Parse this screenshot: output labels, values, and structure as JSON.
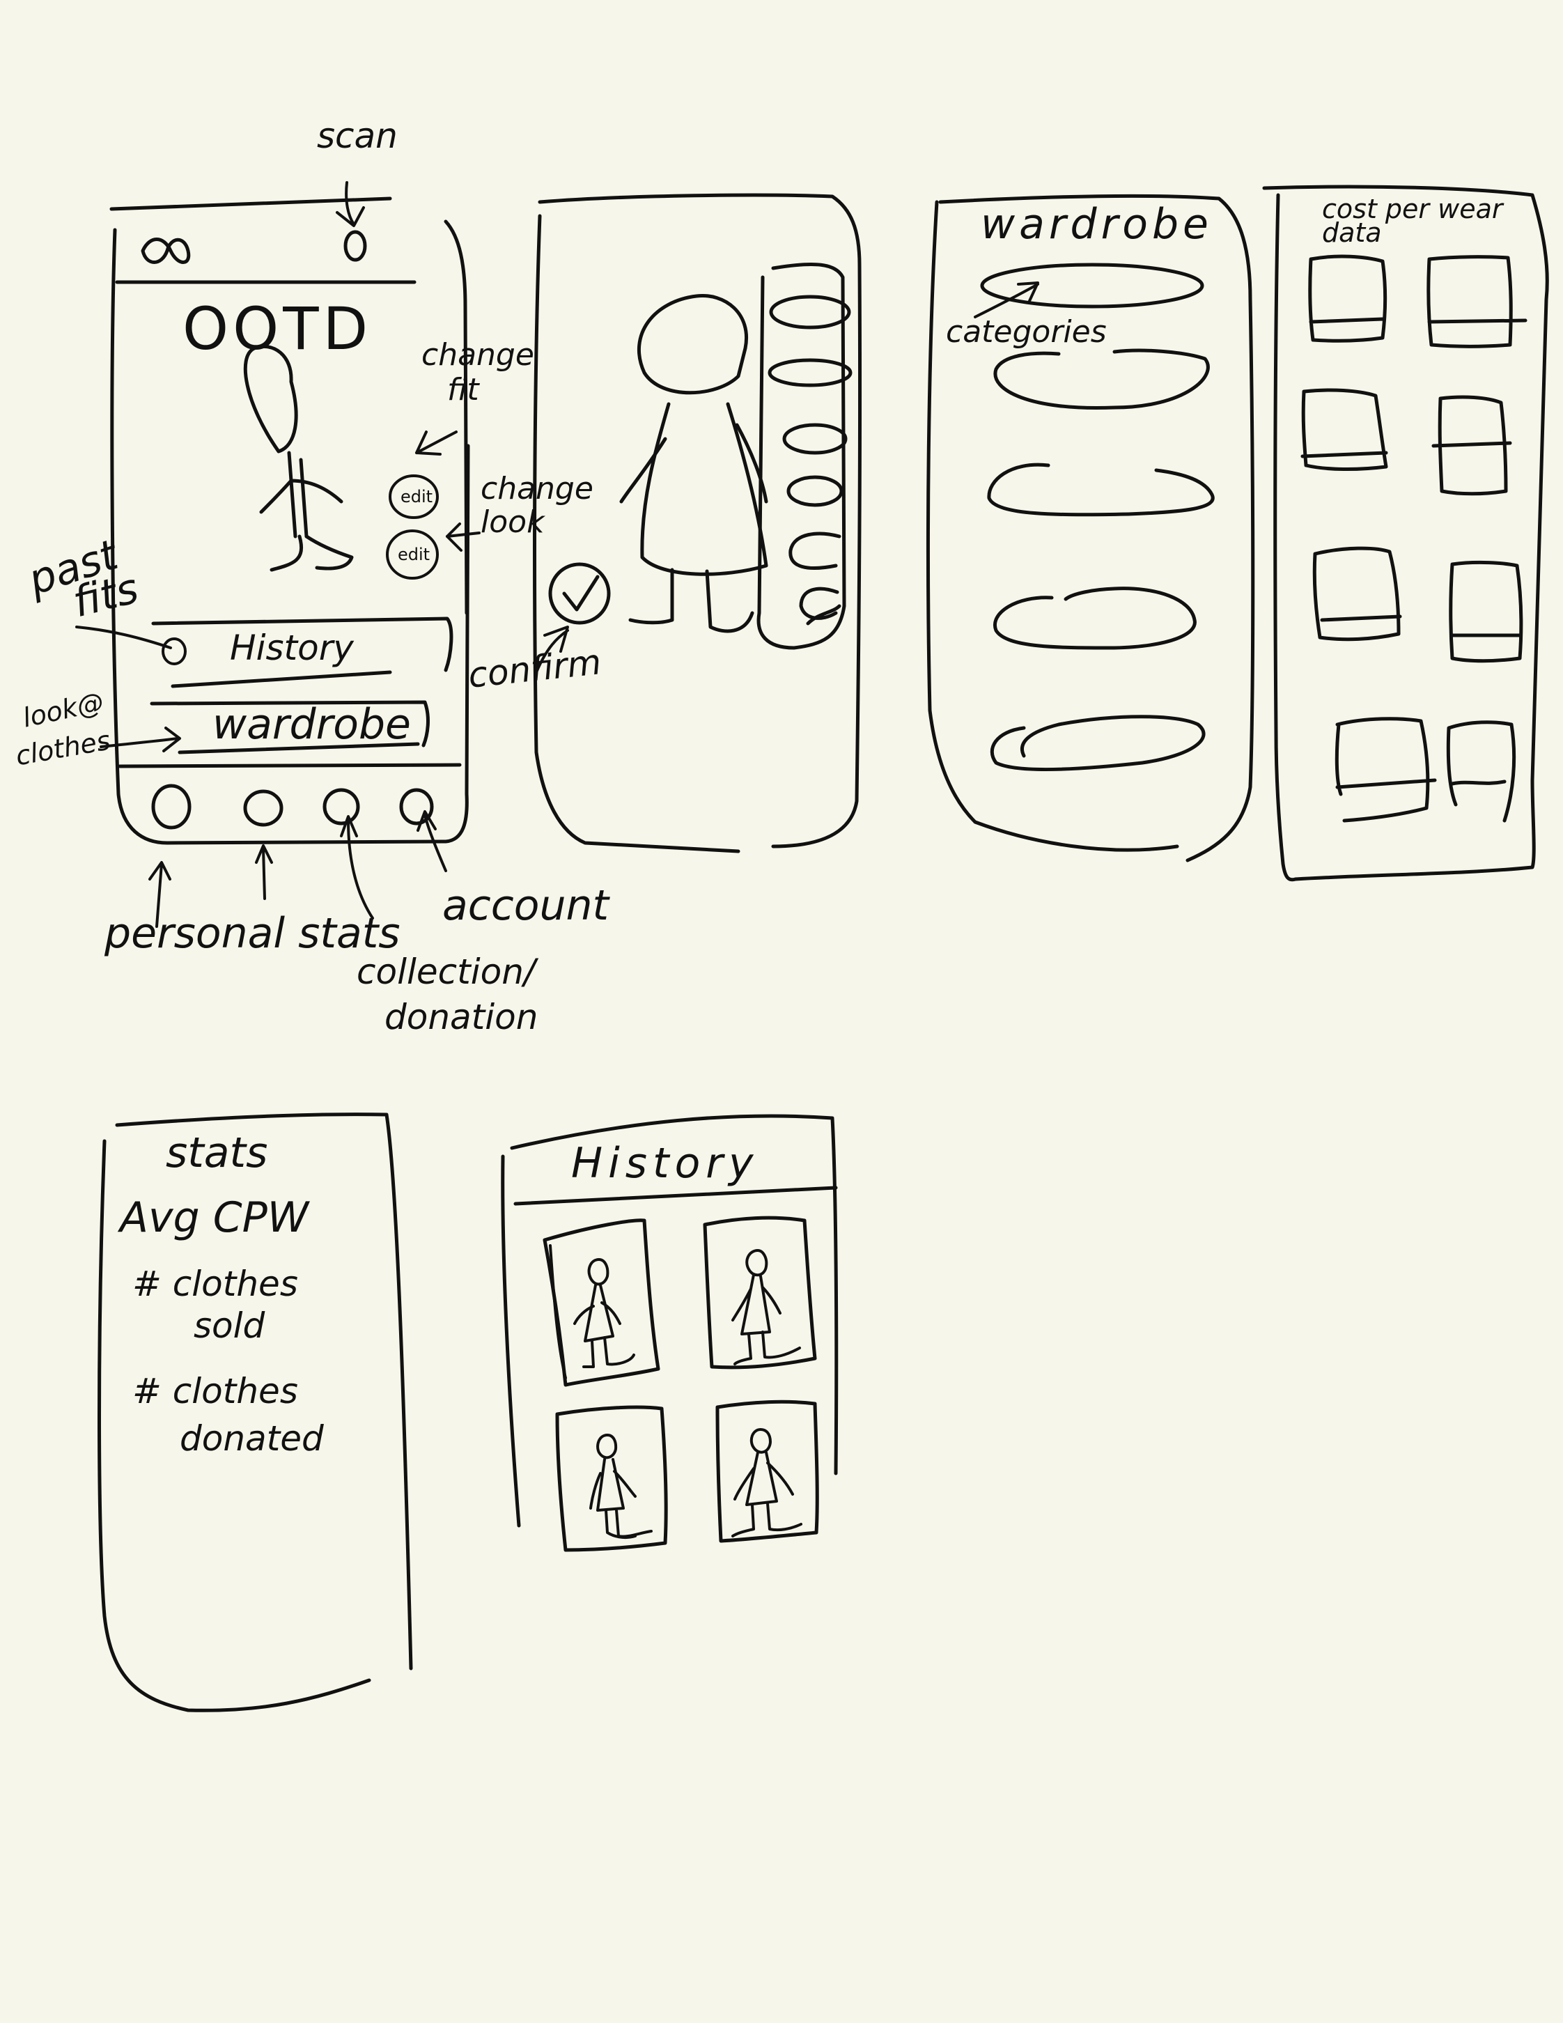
{
  "annotations": {
    "scan": "scan",
    "change_fit": [
      "change",
      "fit"
    ],
    "change_look": [
      "change",
      "look"
    ],
    "past_fits": [
      "past",
      "fits"
    ],
    "look_at_clothes": [
      "look@",
      "clothes"
    ],
    "confirm": "confirm",
    "categories": "categories",
    "personal_stats": "personal stats",
    "account": "account",
    "collection_donation": [
      "collection/",
      "donation"
    ]
  },
  "home_screen": {
    "top_left_icon": "infinity-icon",
    "top_right_icon": "scan-icon",
    "title": "OOTD",
    "edit_button_1": "edit",
    "edit_button_2": "edit",
    "history_button": "History",
    "wardrobe_button": "wardrobe",
    "bottom_nav": [
      "personal-stats-icon",
      "collection-donation-icon",
      "collection-icon",
      "account-icon"
    ]
  },
  "outfit_editor_screen": {
    "confirm_icon": "checkmark-icon",
    "clothing_options_count": 6
  },
  "wardrobe_screen": {
    "title": "wardrobe"
  },
  "cost_per_wear_screen": {
    "title": "cost per wear data"
  },
  "stats_screen": {
    "title": "stats",
    "items": [
      "Avg CPW",
      "# clothes",
      "sold",
      "# clothes",
      "donated"
    ]
  },
  "history_screen": {
    "title": "History"
  }
}
